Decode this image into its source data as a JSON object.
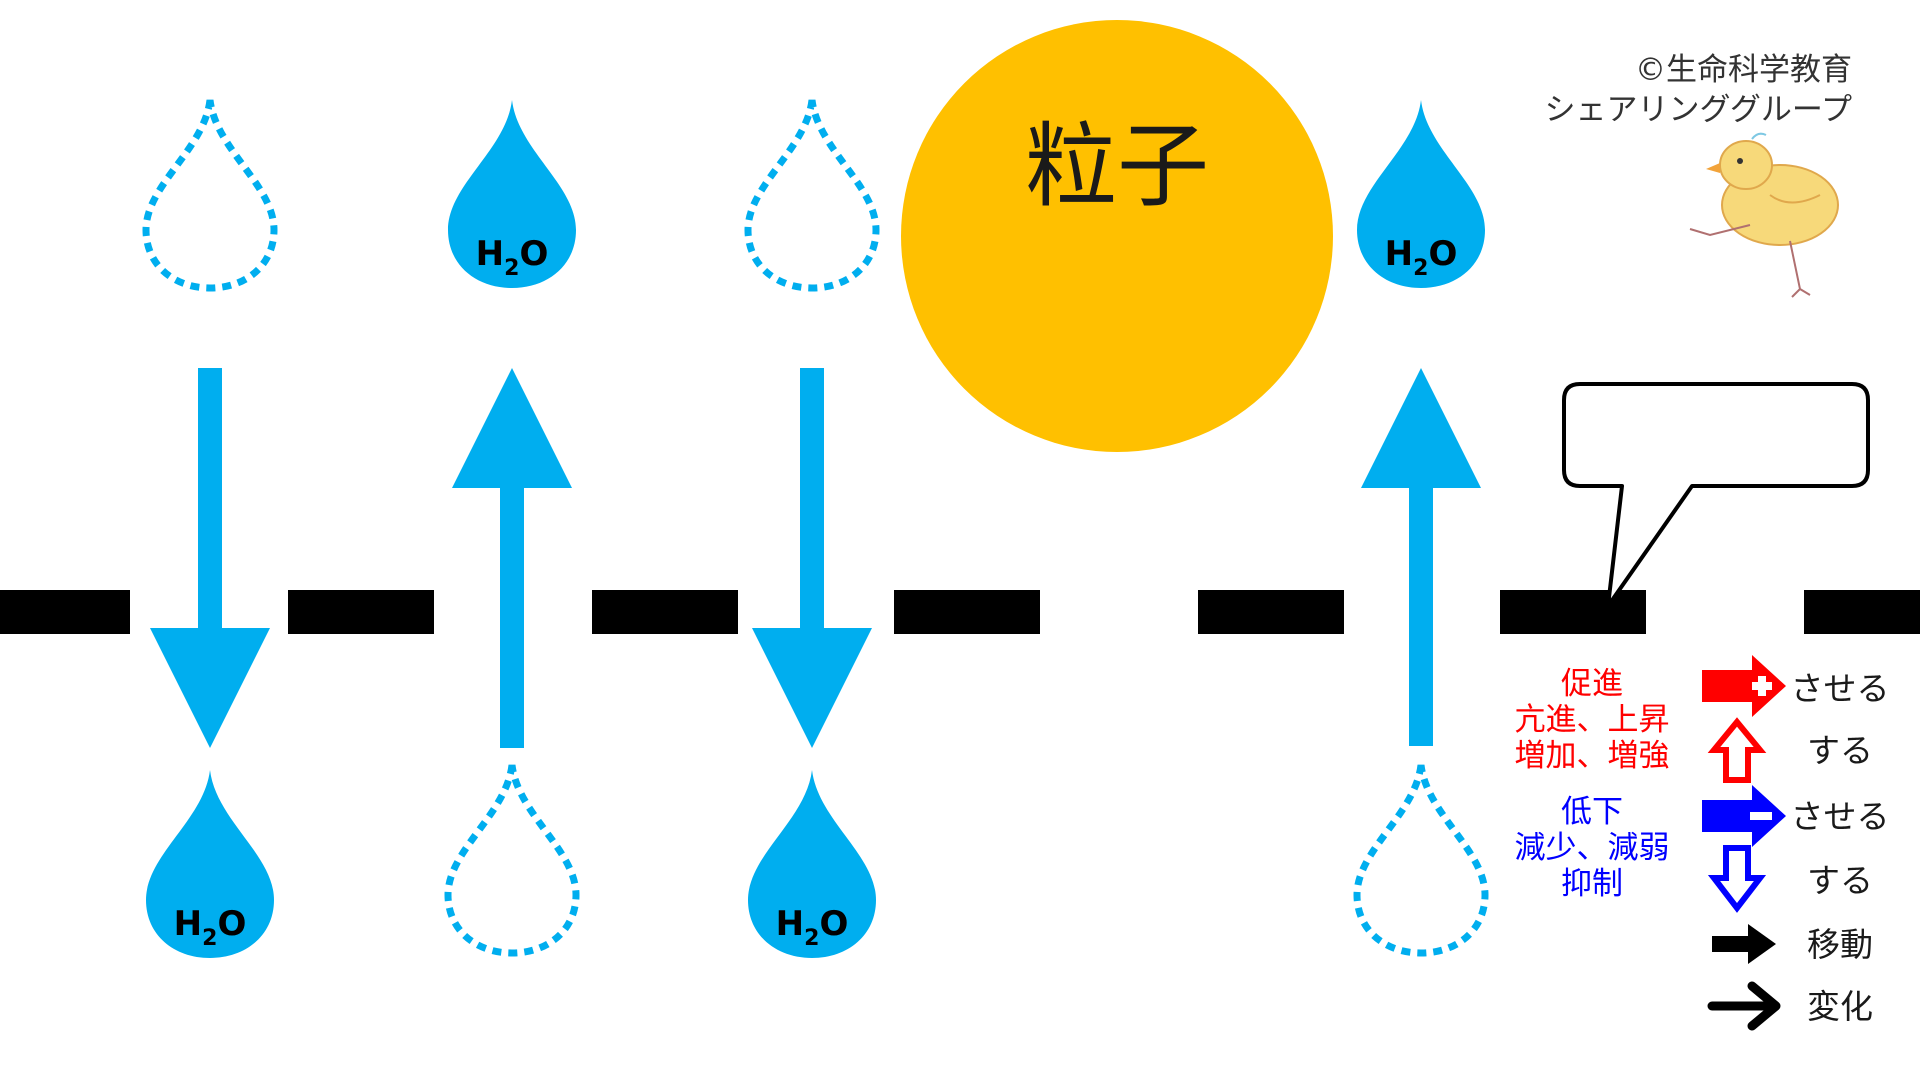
{
  "copyright": {
    "line1": "©生命科学教育",
    "line2": "シェアリンググループ"
  },
  "particle_label": "粒子",
  "molecule": {
    "main": "H",
    "sub": "2",
    "tail": "O"
  },
  "colors": {
    "water": "#00AEEF",
    "particle": "#FFC000",
    "membrane": "#000000",
    "increase": "#FF0000",
    "decrease": "#0000FF"
  },
  "legend": {
    "increase_terms": [
      "促進",
      "亢進、上昇",
      "増加、増強"
    ],
    "decrease_terms": [
      "低下",
      "減少、減弱",
      "抑制"
    ],
    "make_increase": "させる",
    "increase": "する",
    "make_decrease": "させる",
    "decrease": "する",
    "movement": "移動",
    "change": "変化"
  }
}
